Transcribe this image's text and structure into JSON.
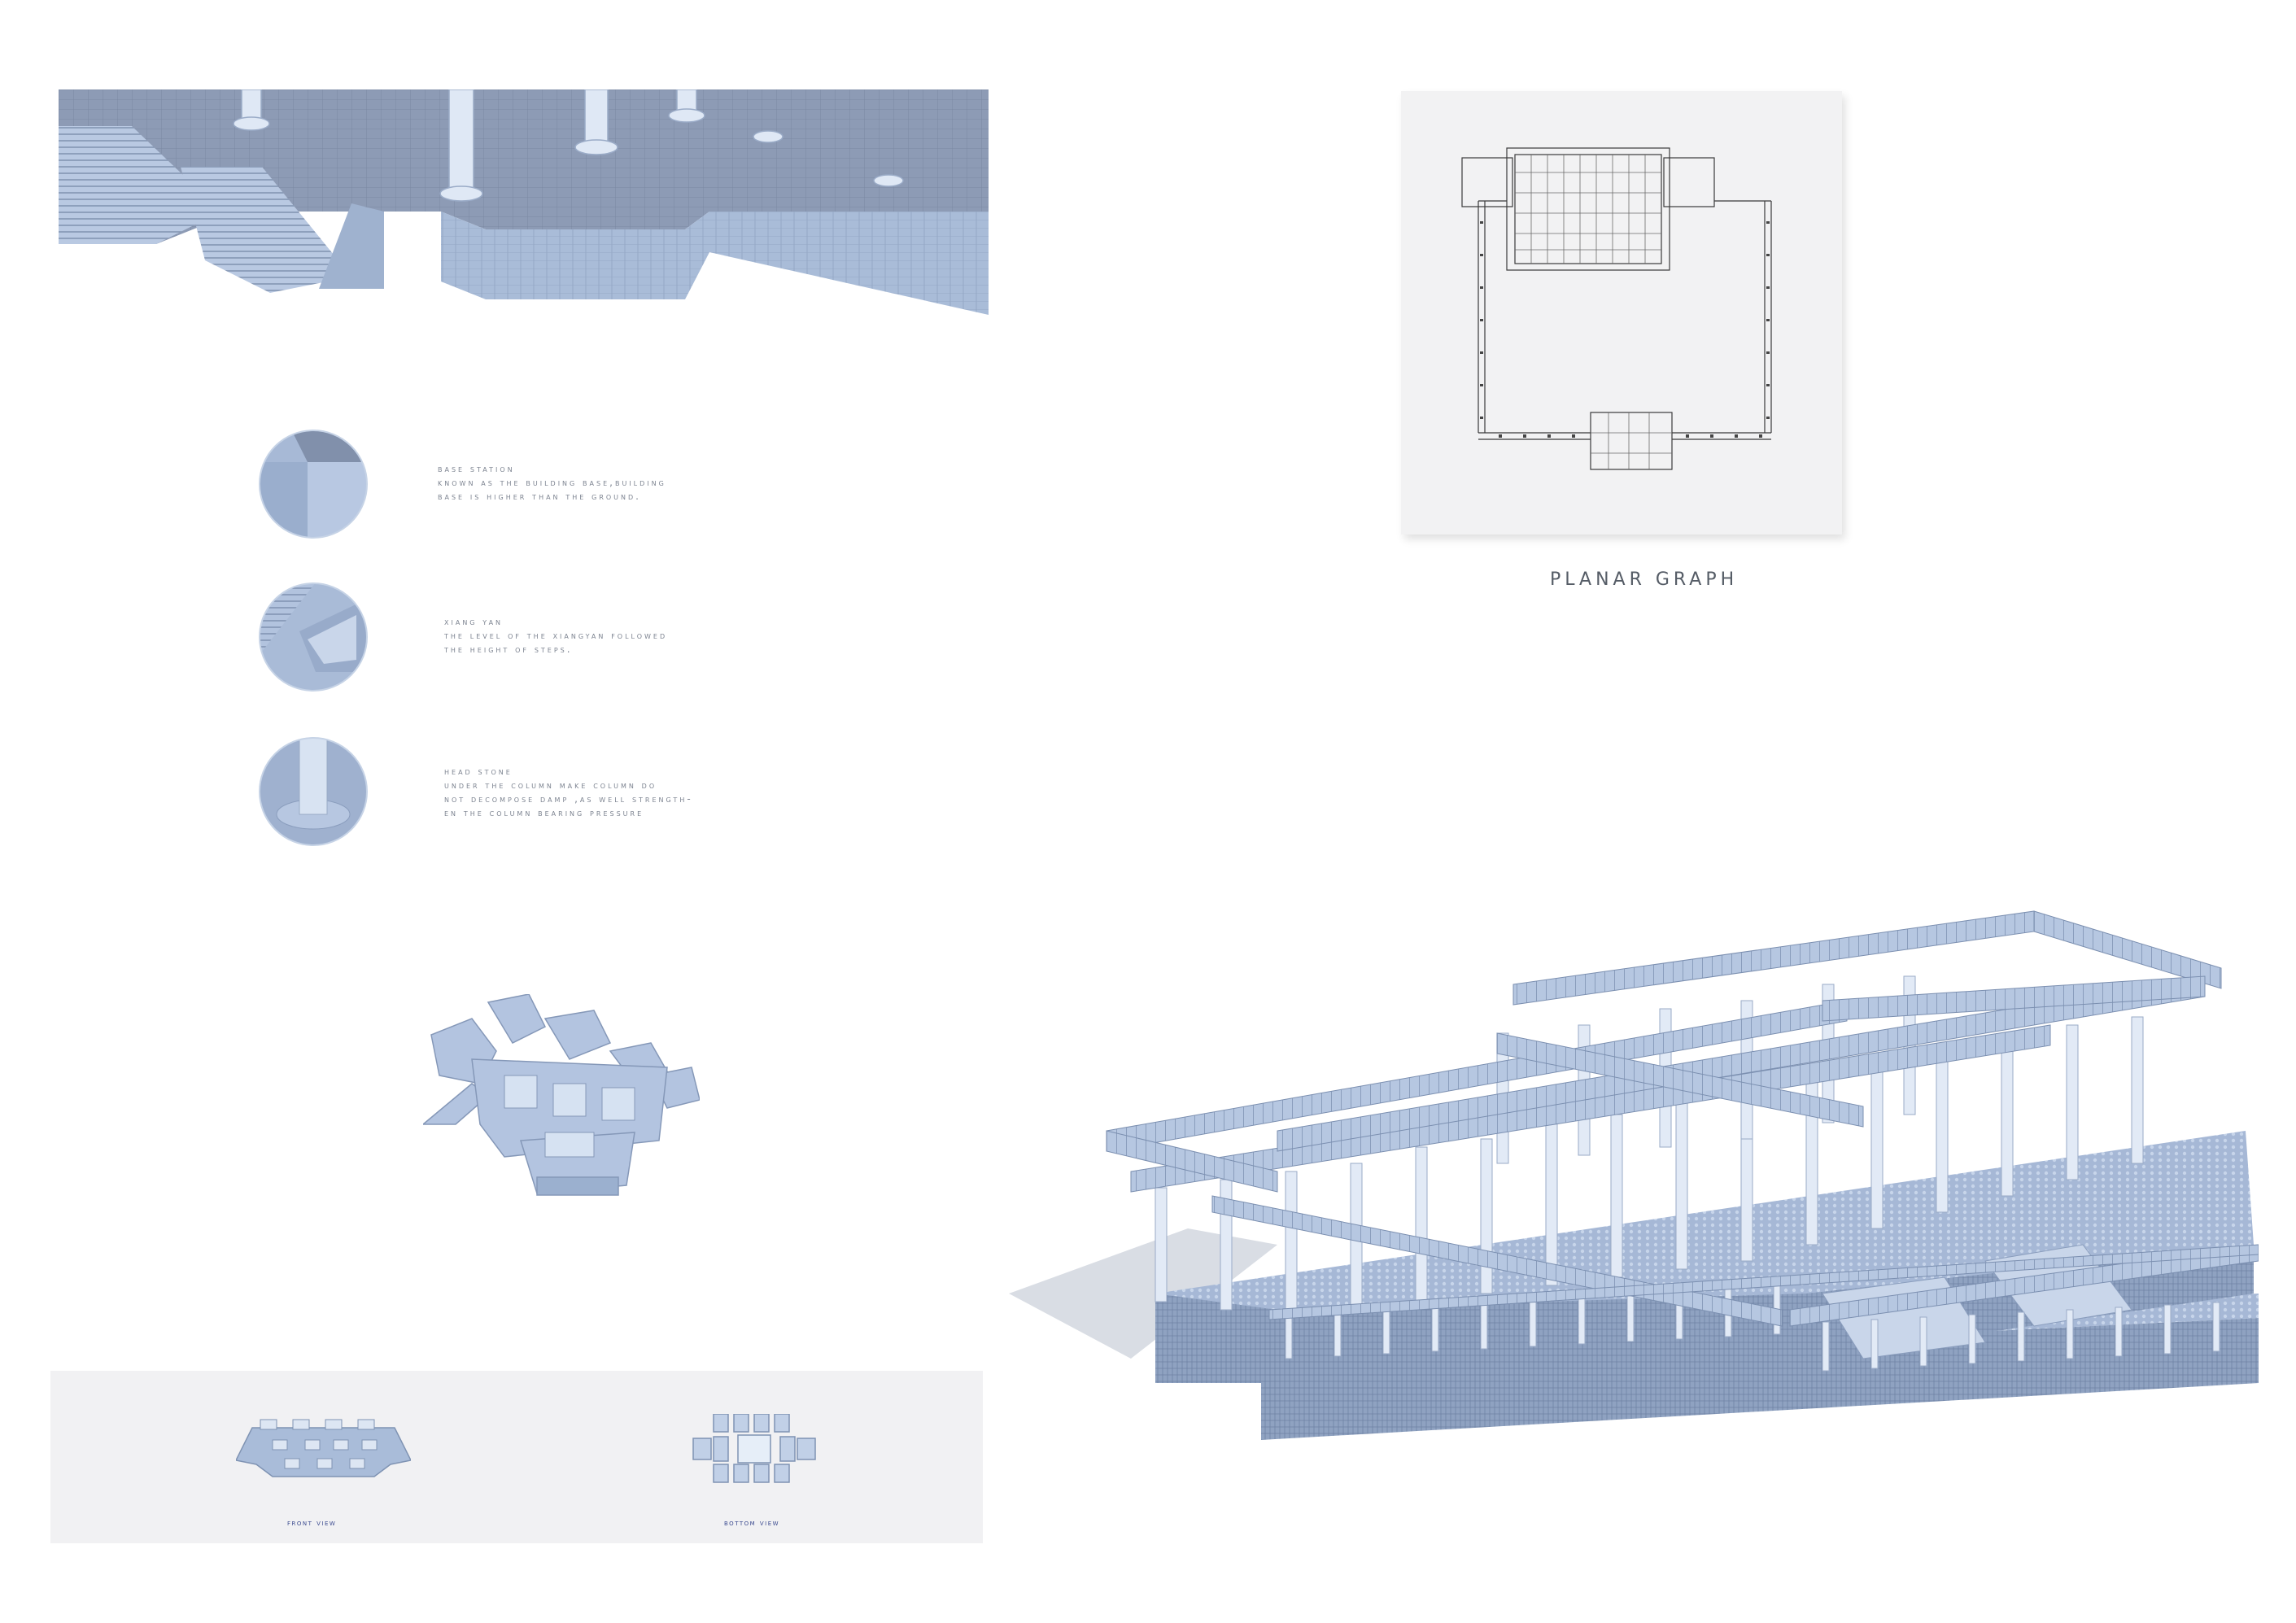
{
  "details": [
    {
      "title": "Base station",
      "lines": [
        "known as the building base,building",
        "base is higher than the ground."
      ]
    },
    {
      "title": "Xiang Yan",
      "lines": [
        "The level of the  XiangYan   followed",
        "the height of steps."
      ]
    },
    {
      "title": "Head stone",
      "lines": [
        "under the column    make column do",
        "not decompose damp ,as well strength-",
        "en the column bearing pressure"
      ]
    }
  ],
  "planar": {
    "title": "PLANAR GRAPH"
  },
  "views": {
    "front_label": "Front view",
    "bottom_label": "Bottom view"
  },
  "colors": {
    "model": "#aebfd9",
    "model_dark": "#7f93b3",
    "model_light": "#d6e2f2",
    "panel_bg": "#f1f1f3",
    "caption": "#7c8390",
    "label_blue": "#3b4a8f"
  }
}
